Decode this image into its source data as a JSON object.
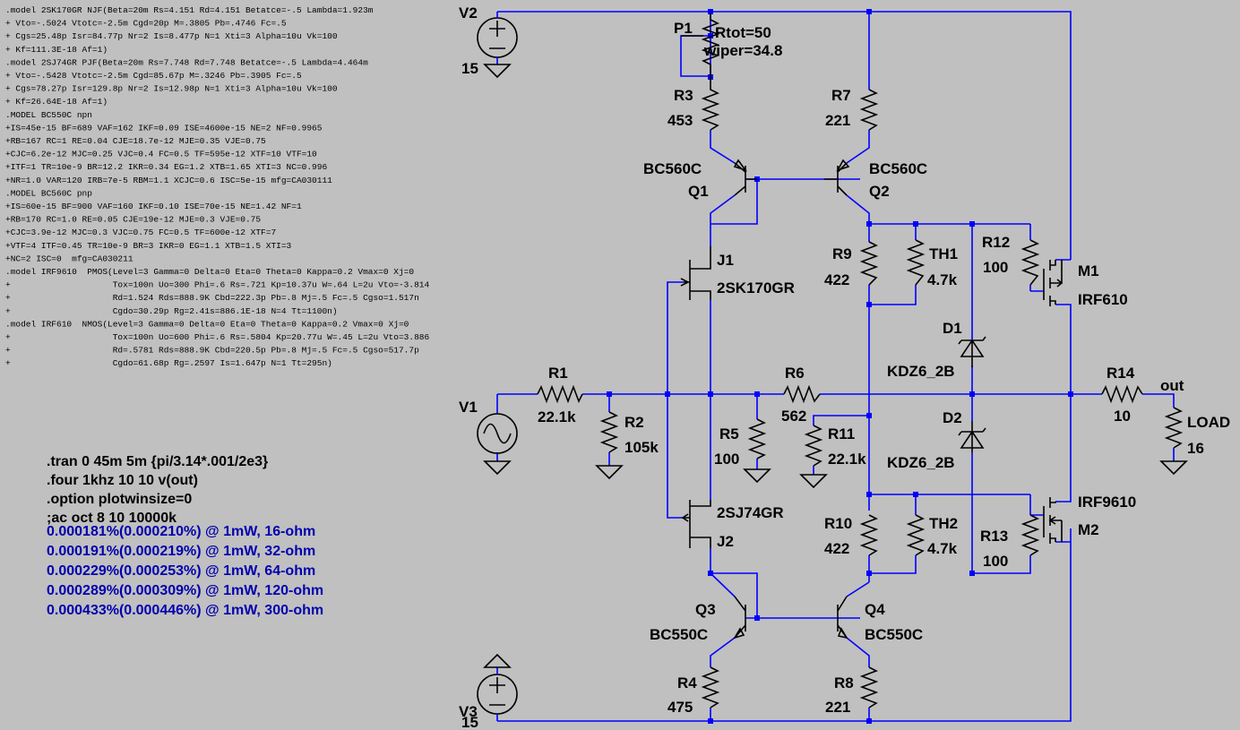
{
  "model_lines": [
    ".model 2SK170GR NJF(Beta=20m Rs=4.151 Rd=4.151 Betatce=-.5 Lambda=1.923m",
    "+ Vto=-.5024 Vtotc=-2.5m Cgd=20p M=.3805 Pb=.4746 Fc=.5",
    "+ Cgs=25.48p Isr=84.77p Nr=2 Is=8.477p N=1 Xti=3 Alpha=10u Vk=100",
    "+ Kf=111.3E-18 Af=1)",
    ".model 2SJ74GR PJF(Beta=20m Rs=7.748 Rd=7.748 Betatce=-.5 Lambda=4.464m",
    "+ Vto=-.5428 Vtotc=-2.5m Cgd=85.67p M=.3246 Pb=.3905 Fc=.5",
    "+ Cgs=78.27p Isr=129.8p Nr=2 Is=12.98p N=1 Xti=3 Alpha=10u Vk=100",
    "+ Kf=26.64E-18 Af=1)",
    ".MODEL BC550C npn",
    "+IS=45e-15 BF=689 VAF=162 IKF=0.09 ISE=4600e-15 NE=2 NF=0.9965",
    "+RB=167 RC=1 RE=0.04 CJE=18.7e-12 MJE=0.35 VJE=0.75",
    "+CJC=6.2e-12 MJC=0.25 VJC=0.4 FC=0.5 TF=595e-12 XTF=10 VTF=10",
    "+ITF=1 TR=10e-9 BR=12.2 IKR=0.34 EG=1.2 XTB=1.65 XTI=3 NC=0.996",
    "+NR=1.0 VAR=120 IRB=7e-5 RBM=1.1 XCJC=0.6 ISC=5e-15 mfg=CA030111",
    ".MODEL BC560C pnp",
    "+IS=60e-15 BF=900 VAF=160 IKF=0.10 ISE=70e-15 NE=1.42 NF=1",
    "+RB=170 RC=1.0 RE=0.05 CJE=19e-12 MJE=0.3 VJE=0.75",
    "+CJC=3.9e-12 MJC=0.3 VJC=0.75 FC=0.5 TF=600e-12 XTF=7",
    "+VTF=4 ITF=0.45 TR=10e-9 BR=3 IKR=0 EG=1.1 XTB=1.5 XTI=3",
    "+NC=2 ISC=0  mfg=CA030211",
    ".model IRF9610  PMOS(Level=3 Gamma=0 Delta=0 Eta=0 Theta=0 Kappa=0.2 Vmax=0 Xj=0",
    "+                    Tox=100n Uo=300 Phi=.6 Rs=.721 Kp=10.37u W=.64 L=2u Vto=-3.814",
    "+                    Rd=1.524 Rds=888.9K Cbd=222.3p Pb=.8 Mj=.5 Fc=.5 Cgso=1.517n",
    "+                    Cgdo=30.29p Rg=2.41s=886.1E-18 N=4 Tt=1100n)",
    ".model IRF610  NMOS(Level=3 Gamma=0 Delta=0 Eta=0 Theta=0 Kappa=0.2 Vmax=0 Xj=0",
    "+                    Tox=100n Uo=600 Phi=.6 Rs=.5804 Kp=20.77u W=.45 L=2u Vto=3.886",
    "+                    Rd=.5781 Rds=888.9K Cbd=220.5p Pb=.8 Mj=.5 Fc=.5 Cgso=517.7p",
    "+                    Cgdo=61.68p Rg=.2597 Is=1.647p N=1 Tt=295n)"
  ],
  "directives": [
    ".tran 0 45m 5m {pi/3.14*.001/2e3}",
    ".four 1khz 10 10 v(out)",
    ".option plotwinsize=0",
    ";ac oct 8 10 10000k"
  ],
  "results": [
    "0.000181%(0.000210%) @ 1mW, 16-ohm",
    "0.000191%(0.000219%) @ 1mW, 32-ohm",
    "0.000229%(0.000253%) @ 1mW, 64-ohm",
    "0.000289%(0.000309%) @ 1mW, 120-ohm",
    "0.000433%(0.000446%) @ 1mW, 300-ohm"
  ],
  "components": {
    "V2": {
      "name": "V2",
      "value": "15"
    },
    "V3": {
      "name": "V3",
      "value": "15"
    },
    "V1": {
      "name": "V1"
    },
    "P1": {
      "name": "P1",
      "rtot": "Rtot=50",
      "wiper": "wiper=34.8"
    },
    "R1": {
      "name": "R1",
      "value": "22.1k"
    },
    "R2": {
      "name": "R2",
      "value": "105k"
    },
    "R3": {
      "name": "R3",
      "value": "453"
    },
    "R4": {
      "name": "R4",
      "value": "475"
    },
    "R5": {
      "name": "R5",
      "value": "100"
    },
    "R6": {
      "name": "R6",
      "value": "562"
    },
    "R7": {
      "name": "R7",
      "value": "221"
    },
    "R8": {
      "name": "R8",
      "value": "221"
    },
    "R9": {
      "name": "R9",
      "value": "422"
    },
    "R10": {
      "name": "R10",
      "value": "422"
    },
    "R11": {
      "name": "R11",
      "value": "22.1k"
    },
    "R12": {
      "name": "R12",
      "value": "100"
    },
    "R13": {
      "name": "R13",
      "value": "100"
    },
    "R14": {
      "name": "R14",
      "value": "10"
    },
    "TH1": {
      "name": "TH1",
      "value": "4.7k"
    },
    "TH2": {
      "name": "TH2",
      "value": "4.7k"
    },
    "LOAD": {
      "name": "LOAD",
      "value": "16"
    },
    "D1": {
      "name": "D1",
      "model": "KDZ6_2B"
    },
    "D2": {
      "name": "D2",
      "model": "KDZ6_2B"
    },
    "Q1": {
      "name": "Q1",
      "model": "BC560C"
    },
    "Q2": {
      "name": "Q2",
      "model": "BC560C"
    },
    "Q3": {
      "name": "Q3",
      "model": "BC550C"
    },
    "Q4": {
      "name": "Q4",
      "model": "BC550C"
    },
    "J1": {
      "name": "J1",
      "model": "2SK170GR"
    },
    "J2": {
      "name": "J2",
      "model": "2SJ74GR"
    },
    "M1": {
      "name": "M1",
      "model": "IRF610"
    },
    "M2": {
      "name": "M2",
      "model": "IRF9610"
    }
  },
  "net_labels": {
    "out": "out"
  }
}
